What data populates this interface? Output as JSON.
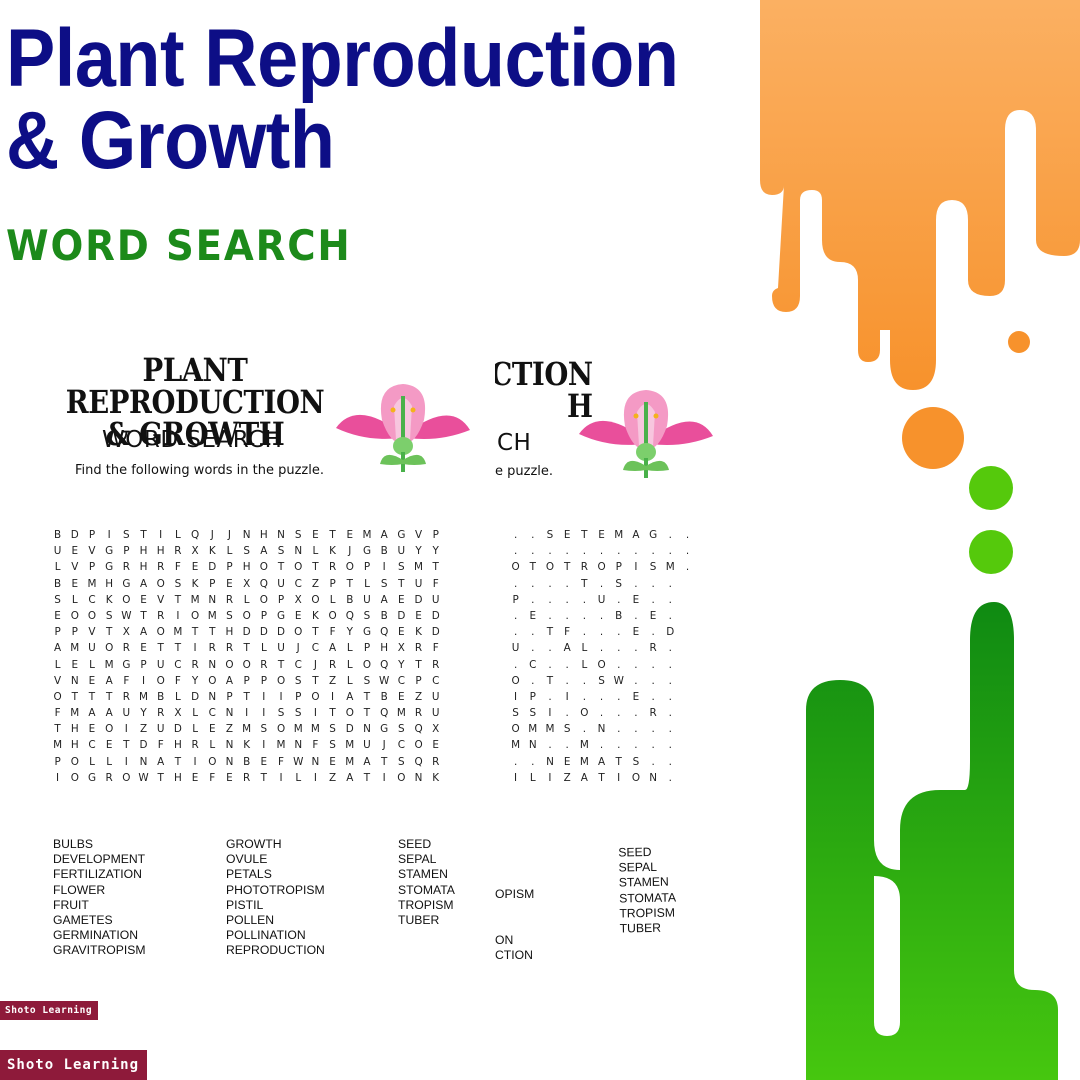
{
  "header": {
    "title_line1": "Plant Reproduction",
    "title_line2": "& Growth",
    "subtitle": "WORD SEARCH"
  },
  "worksheet": {
    "title_line1": "PLANT REPRODUCTION",
    "title_line2": "& GROWTH",
    "subtitle": "WORD SEARCH",
    "instruction": "Find the following words in the puzzle.",
    "grid": [
      "BDPISTILQJJNHNSETEMAGVP",
      "UEVGPHHRXKLSASNLKJGBUYY",
      "LVPGRHRFEDPHOTOTROPISMT",
      "BEMHGAOSKPEXQUCZPTLSTUF",
      "SLCKOEVTMNRLOPXOLBUAEDU",
      "EOOSWTRIOMSOPGEKOQSBDED",
      "PPVTXAOMTTHDDDOTFYGQEKD",
      "AMUORETTIRRTLUJCALPHXRF",
      "LELMGPUCRNOORTCJRLOQYTR",
      "VNEAFIOFYOAPPOSTZLSWCPC",
      "OTTTRMBLDNPTIIPOIATBEZU",
      "FMAAUYRXLCNIISSITOTQMRU",
      "THEOIZUDLEZMSOMMSDNGSQX",
      "MHCETDFHRLNKIMNFSMUJCOE",
      "POLLINATIONBEFWNEMATSQR",
      "IOGROWTHEFERTILIZATIONK"
    ],
    "word_columns": [
      [
        "BULBS",
        "DEVELOPMENT",
        "FERTILIZATION",
        "FLOWER",
        "FRUIT",
        "GAMETES",
        "GERMINATION",
        "GRAVITROPISM"
      ],
      [
        "GROWTH",
        "OVULE",
        "PETALS",
        "PHOTOTROPISM",
        "PISTIL",
        "POLLEN",
        "POLLINATION",
        "REPRODUCTION"
      ],
      [
        "SEED",
        "SEPAL",
        "STAMEN",
        "STOMATA",
        "TROPISM",
        "TUBER"
      ]
    ]
  },
  "answer_key": {
    "title_line1": "ICTION",
    "title_line2": "H",
    "subtitle": "CH",
    "instruction": "e puzzle.",
    "grid": [
      ". . S E T E M A G . .",
      ". . . . . . . . . . .",
      "O T O T R O P I S M .",
      ". . . . T . S . . .",
      "P . . . . U . E . .",
      ". E . . . . B . E .",
      ". . T F . . . E . D",
      "U . . A L . . . R .",
      ". C . . L O . . . .",
      "O . T . . S W . . .",
      "I P . I . . . E . .",
      "S S I . O . . . R .",
      "O M M S . N . . . .",
      "M N . . M . . . . .",
      ". . N E M A T S . .",
      "I L I Z A T I O N ."
    ],
    "word_col_partial": [
      "OPISM",
      "",
      "",
      "ON",
      "CTION"
    ],
    "word_col_full": [
      "SEED",
      "SEPAL",
      "STAMEN",
      "STOMATA",
      "TROPISM",
      "TUBER"
    ]
  },
  "branding": {
    "small": "Shoto Learning",
    "large": "Shoto Learning"
  },
  "colors": {
    "title": "#0d0e86",
    "subtitle": "#1c8a1a",
    "orange": "#f7962f",
    "green": "#2aa314",
    "brand_bg": "#8e1a3a"
  }
}
